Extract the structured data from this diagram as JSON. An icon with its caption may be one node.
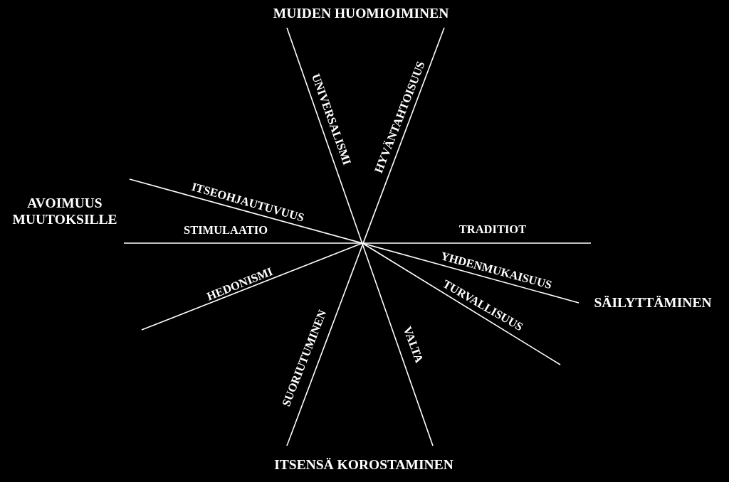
{
  "diagram": {
    "labels": [
      "MUIDEN HUOMIOIMINEN",
      "UNIVERSALISMI",
      "HYVÄNTAHTOISUUS",
      "AVOIMUUS MUUTOKSILLE",
      "ITSEOHJAUTUVUUS",
      "STIMULAATIO",
      "TRADITIOT",
      "YHDENMUKAISUUS",
      "SÄILYTTÄMINEN",
      "HEDONISMI",
      "TURVALLISUUS",
      "SUORIUTUMINEN",
      "VALTA",
      "ITSENSÄ KOROSTAMINEN"
    ]
  }
}
